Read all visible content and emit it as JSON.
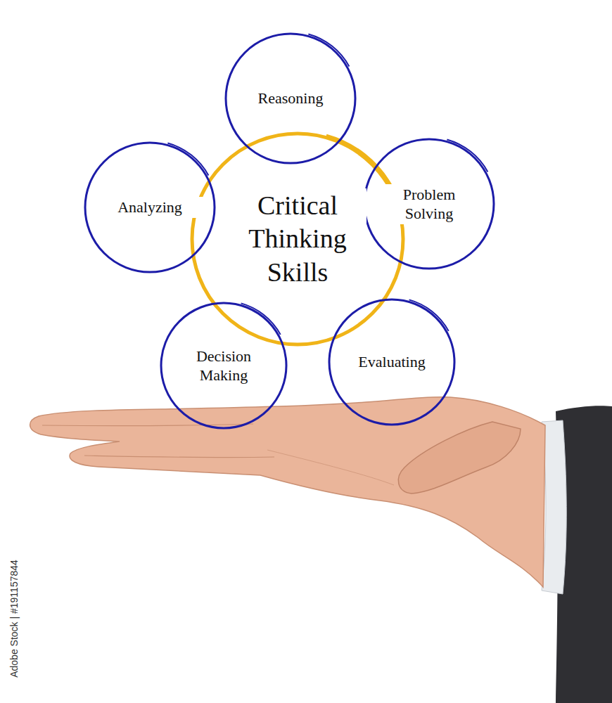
{
  "diagram": {
    "nodes": [
      {
        "text": [
          "Critical Thinking Skills"
        ]
      },
      {
        "text": [
          "Reasoning"
        ]
      },
      {
        "text": [
          "Problem Solving"
        ]
      },
      {
        "text": [
          "Evaluating"
        ]
      },
      {
        "text": [
          "Decision Making"
        ]
      },
      {
        "text": [
          "Analyzing"
        ]
      }
    ],
    "labels": [
      "Adobe Stock | #191157844"
    ]
  }
}
